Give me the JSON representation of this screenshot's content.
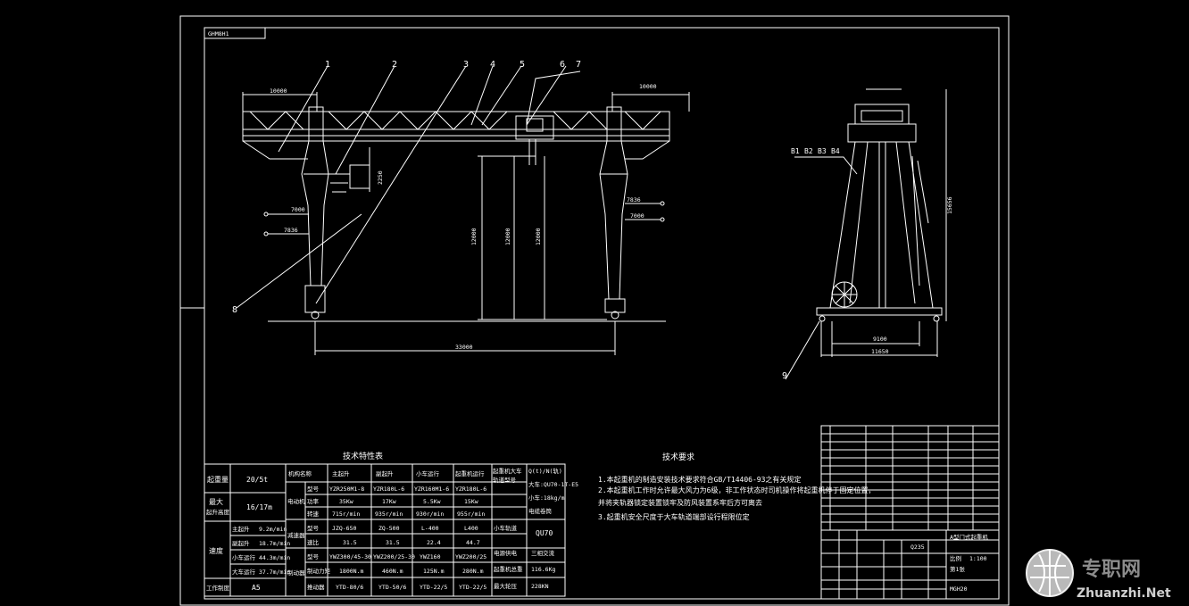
{
  "sheet": {
    "corner_tag": "GHM8H1"
  },
  "front_view": {
    "balloons": [
      "1",
      "2",
      "3",
      "4",
      "5",
      "6",
      "7",
      "8"
    ],
    "dim_cantilever_left": "10000",
    "dim_cantilever_right": "10000",
    "dim_span": "33000",
    "dim_hoist_1": "12000",
    "dim_hoist_2": "12000",
    "dim_hoist_3": "12000",
    "dim_cab": "2250",
    "dim_rail_1": "7836",
    "dim_rail_2": "7000",
    "dim_rail_3": "7836",
    "dim_rail_4": "7000"
  },
  "side_view": {
    "height_dim": "15656",
    "track_labels": [
      "B1",
      "B2",
      "B3",
      "B4"
    ],
    "dim_gauge_inner": "9100",
    "dim_gauge_outer": "11650",
    "balloon": "9"
  },
  "spec_table": {
    "title": "技术特性表",
    "capacity_label": "起重量",
    "capacity_value": "20/5t",
    "lift_label_1": "最大",
    "lift_label_2": "起升高度",
    "lift_value": "16/17m",
    "speed_label": "速度",
    "speed_rows": [
      {
        "label": "主起升",
        "value": "9.2m/min"
      },
      {
        "label": "副起升",
        "value": "18.7m/min"
      },
      {
        "label": "小车运行",
        "value": "44.3m/min"
      },
      {
        "label": "大车运行",
        "value": "37.7m/min"
      }
    ],
    "duty_label": "工作制度",
    "duty_value": "A5",
    "mech_header": "机构名称",
    "cols": [
      "主起升",
      "副起升",
      "小车运行",
      "起重机运行"
    ],
    "motor_label": "电动机",
    "motor_rows": [
      {
        "label": "型号",
        "values": [
          "YZR250M1-8",
          "YZR180L-6",
          "YZR160M1-6",
          "YZR180L-6"
        ]
      },
      {
        "label": "功率",
        "values": [
          "35Kw",
          "17Kw",
          "5.5Kw",
          "15Kw"
        ]
      },
      {
        "label": "转速",
        "values": [
          "715r/min",
          "935r/min",
          "930r/min",
          "955r/min"
        ]
      }
    ],
    "reducer_label": "减速器",
    "reducer_rows": [
      {
        "label": "型号",
        "values": [
          "JZQ-650",
          "ZQ-500",
          "L-400",
          "L400"
        ]
      },
      {
        "label": "速比",
        "values": [
          "31.5",
          "31.5",
          "22.4",
          "44.7"
        ]
      }
    ],
    "brake_label": "制动器",
    "brake_rows": [
      {
        "label": "型号",
        "values": [
          "YWZ300/45-30",
          "YWZ200/25-30",
          "YWZ160",
          "YWZ200/25"
        ]
      },
      {
        "label": "制动力矩",
        "values": [
          "1800N.m",
          "460N.m",
          "125N.m",
          "280N.m"
        ]
      },
      {
        "label": "推动器",
        "values": [
          "YTD-80/6",
          "YTD-50/6",
          "YTD-22/5",
          "YTD-22/5"
        ]
      }
    ],
    "rail_col": [
      "起重机大车",
      "轨道型号",
      "Q(t)/N(轨)",
      "大车:QU70-1T-E5",
      "小车:18kg/m",
      "电缆卷筒"
    ],
    "trolley_rail_label": "小车轨道",
    "trolley_rail_value": "QU70",
    "power_label": "电源供电",
    "power_value": "三相交流",
    "weight_label": "起重机总重",
    "weight_value": "116.6Kg",
    "wheel_label": "最大轮压",
    "wheel_value": "228KN"
  },
  "notes": {
    "title": "技术要求",
    "lines": [
      "1.本起重机的制造安装技术要求符合GB/T14406-93之有关规定",
      "2.本起重机工作时允许最大风力为6级，非工作状态时司机操作将起重机停于固定位置，",
      "   并将夹轨器锁定装置锁牢及防风装置系牢后方可离去",
      "3.起重机安全尺度于大车轨道端部设行程限位定"
    ]
  },
  "title_block": {
    "drawing_name": "A型门式起重机",
    "scale_label": "比例",
    "scale_value": "1:100",
    "sheet_label": "第1张",
    "material": "Q235",
    "number": "MGH20"
  },
  "watermark": {
    "text": "专职网",
    "site": "Zhuanzhi.Net"
  }
}
